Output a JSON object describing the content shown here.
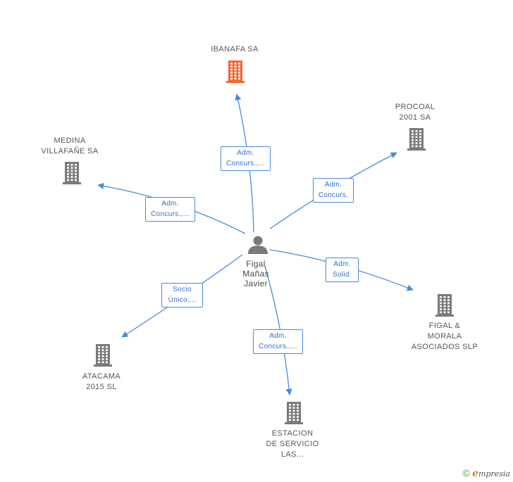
{
  "colors": {
    "edge": "#4a89dc",
    "building_main": "#f26531",
    "building": "#7a7a7a",
    "person": "#7a7a7a"
  },
  "center": {
    "lines": [
      "Figal",
      "Mañas",
      "Javier"
    ],
    "icon": "person-icon"
  },
  "nodes": [
    {
      "id": "ibanafa",
      "lines": [
        "IBANAFA SA"
      ],
      "icon": "building-icon",
      "highlight": true
    },
    {
      "id": "procoal",
      "lines": [
        "PROCOAL",
        "2001 SA"
      ],
      "icon": "building-icon"
    },
    {
      "id": "medina",
      "lines": [
        "MEDINA",
        "VILLAFAÑE SA"
      ],
      "icon": "building-icon"
    },
    {
      "id": "figal",
      "lines": [
        "FIGAL &",
        "MORALA",
        "ASOCIADOS SLP"
      ],
      "icon": "building-icon"
    },
    {
      "id": "atacama",
      "lines": [
        "ATACAMA",
        "2015 SL"
      ],
      "icon": "building-icon"
    },
    {
      "id": "estacion",
      "lines": [
        "ESTACION",
        "DE SERVICIO",
        "LAS..."
      ],
      "icon": "building-icon"
    }
  ],
  "edges": [
    {
      "to": "ibanafa",
      "lines": [
        "Adm.",
        "Concurs.,..."
      ]
    },
    {
      "to": "procoal",
      "lines": [
        "Adm.",
        "Concurs."
      ]
    },
    {
      "to": "medina",
      "lines": [
        "Adm.",
        "Concurs.,..."
      ]
    },
    {
      "to": "figal",
      "lines": [
        "Adm.",
        "Solid."
      ]
    },
    {
      "to": "atacama",
      "lines": [
        "Socio",
        "Único,..."
      ]
    },
    {
      "to": "estacion",
      "lines": [
        "Adm.",
        "Concurs.,..."
      ]
    }
  ],
  "footer": {
    "copyright": "©",
    "brand_initial": "e",
    "brand_rest": "mpresia"
  }
}
